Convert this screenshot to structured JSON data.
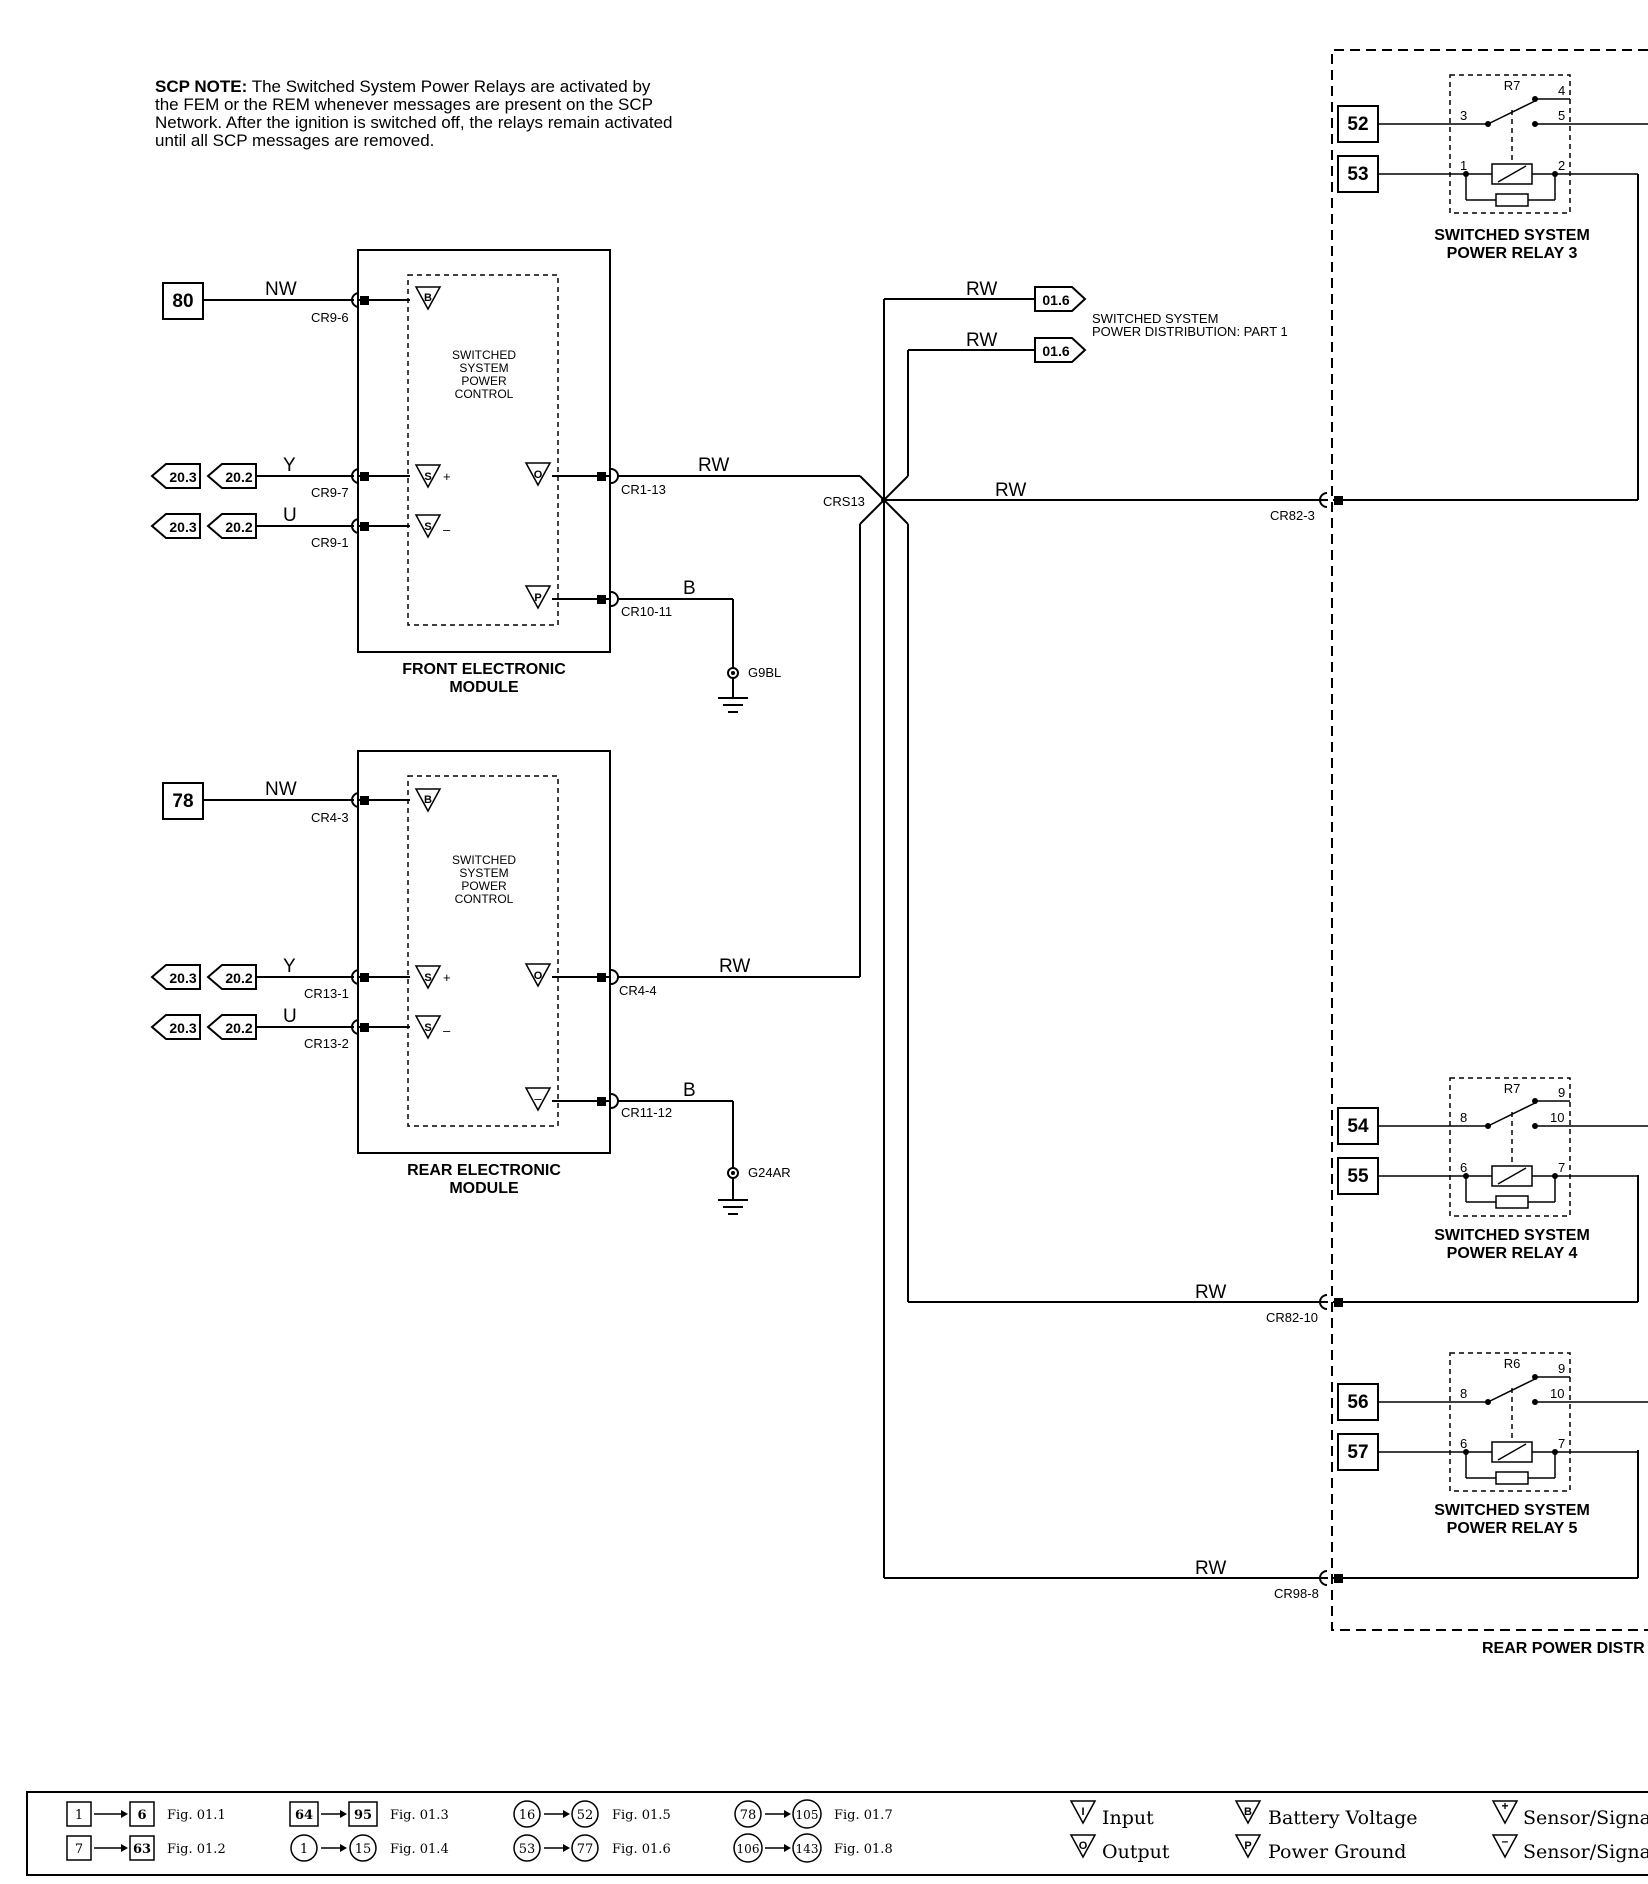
{
  "note": {
    "prefix": "SCP NOTE:",
    "text": "The Switched System Power Relays are activated by the FEM or the REM whenever messages are present on the SCP Network. After the ignition is switched off, the relays remain activated until all SCP messages are removed."
  },
  "fem": {
    "title1": "FRONT ELECTRONIC",
    "title2": "MODULE",
    "inner": [
      "SWITCHED",
      "SYSTEM",
      "POWER",
      "CONTROL"
    ],
    "box_in": "80",
    "wire_in": "NW",
    "pin_in": "CR9-6",
    "wire_y": "Y",
    "pin_y": "CR9-7",
    "wire_u": "U",
    "pin_u": "CR9-1",
    "out_pin": "CR1-13",
    "wire_out": "RW",
    "gnd_pin": "CR10-11",
    "wire_gnd": "B",
    "ground": "G9BL"
  },
  "rem": {
    "title1": "REAR ELECTRONIC",
    "title2": "MODULE",
    "inner": [
      "SWITCHED",
      "SYSTEM",
      "POWER",
      "CONTROL"
    ],
    "box_in": "78",
    "wire_in": "NW",
    "pin_in": "CR4-3",
    "wire_y": "Y",
    "pin_y": "CR13-1",
    "wire_u": "U",
    "pin_u": "CR13-2",
    "out_pin": "CR4-4",
    "wire_out": "RW",
    "gnd_pin": "CR11-12",
    "wire_gnd": "B",
    "ground": "G24AR"
  },
  "refs": {
    "a": "20.3",
    "b": "20.2"
  },
  "splice": "CRS13",
  "dist": {
    "wire": "RW",
    "ref1": "01.6",
    "ref2": "01.6",
    "label1": "SWITCHED SYSTEM",
    "label2": "POWER DISTRIBUTION: PART 1"
  },
  "rear_pin1": "CR82-3",
  "rear_pin2": "CR82-10",
  "rear_pin3": "CR98-8",
  "rear_label": "REAR POWER DISTR",
  "relay3": {
    "num_a": "52",
    "num_b": "53",
    "r": "R7",
    "p1": "3",
    "p2": "4",
    "p3": "5",
    "p4": "1",
    "p5": "2",
    "title1": "SWITCHED SYSTEM",
    "title2": "POWER RELAY 3"
  },
  "relay4": {
    "num_a": "54",
    "num_b": "55",
    "r": "R7",
    "p1": "8",
    "p2": "9",
    "p3": "10",
    "p4": "6",
    "p5": "7",
    "title1": "SWITCHED SYSTEM",
    "title2": "POWER RELAY 4"
  },
  "relay5": {
    "num_a": "56",
    "num_b": "57",
    "r": "R6",
    "p1": "8",
    "p2": "9",
    "p3": "10",
    "p4": "6",
    "p5": "7",
    "title1": "SWITCHED SYSTEM",
    "title2": "POWER RELAY 5"
  },
  "legend": {
    "g1": {
      "a1": "1",
      "a2": "6",
      "fa": "Fig. 01.1",
      "b1": "7",
      "b2": "63",
      "fb": "Fig. 01.2"
    },
    "g2": {
      "a1": "64",
      "a2": "95",
      "fa": "Fig. 01.3",
      "b1": "1",
      "b2": "15",
      "fb": "Fig. 01.4"
    },
    "g3": {
      "a1": "16",
      "a2": "52",
      "fa": "Fig. 01.5",
      "b1": "53",
      "b2": "77",
      "fb": "Fig. 01.6"
    },
    "g4": {
      "a1": "78",
      "a2": "105",
      "fa": "Fig. 01.7",
      "b1": "106",
      "b2": "143",
      "fb": "Fig. 01.8"
    },
    "input": "Input",
    "output": "Output",
    "battery": "Battery Voltage",
    "ground": "Power Ground",
    "sensor1": "Sensor/Signal",
    "sensor2": "Sensor/Signal"
  }
}
